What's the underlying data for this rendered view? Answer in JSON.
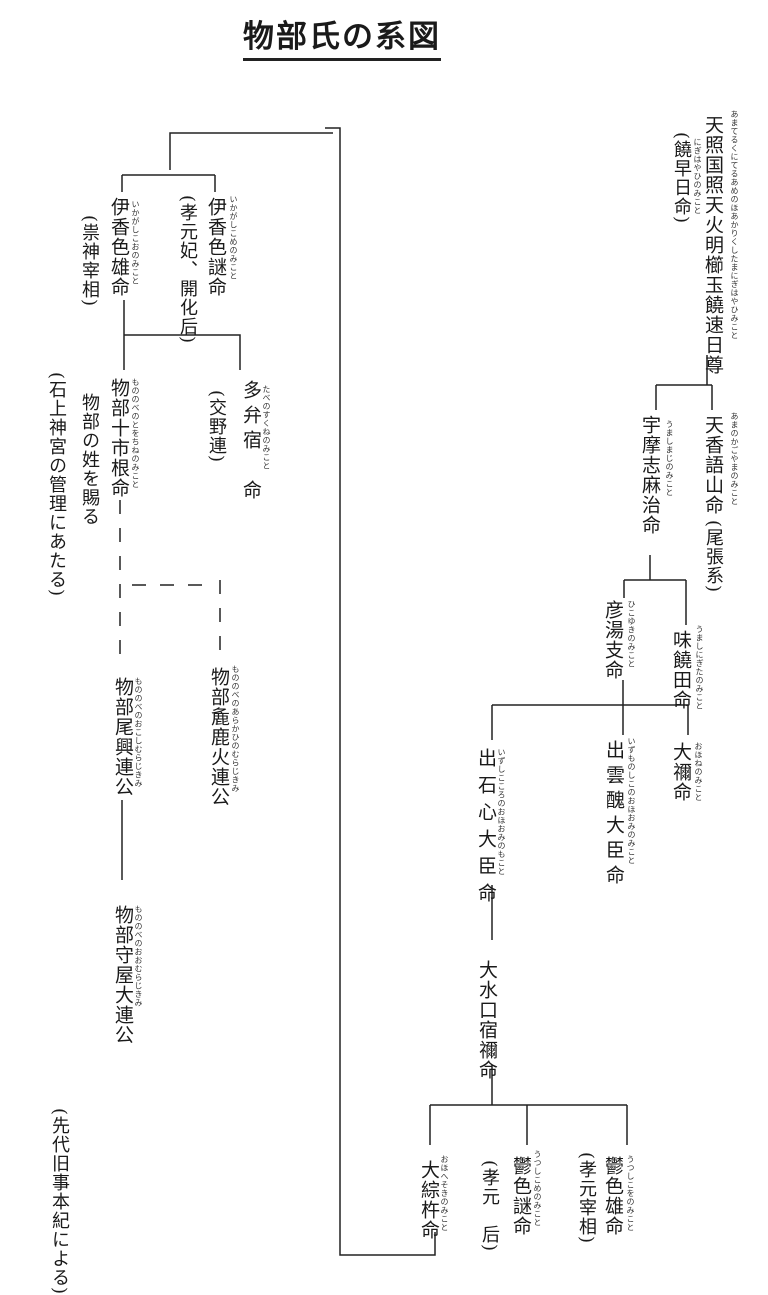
{
  "title": "物部氏の系図",
  "source_note": "(先代旧事本紀による)",
  "nodes": {
    "amateru": {
      "name": "天照国照天火明櫛玉饒速日尊",
      "reading": "あまてるくにてるあめのほあかりくしたまにぎはやひみこと",
      "alias": "(饒早日命)",
      "alias_reading": "にぎはやひのみこと"
    },
    "amanokagoyama": {
      "name": "天香語山命",
      "reading": "あまのかごやまのみこと",
      "note": "(尾張系)"
    },
    "umashimaji": {
      "name": "宇摩志麻治命",
      "reading": "うましまじのみこと"
    },
    "umashinigita": {
      "name": "味饒田命",
      "reading": "うましにぎたのみこと"
    },
    "hikoyuki": {
      "name": "彦湯支命",
      "reading": "ひこゆきのみこと"
    },
    "ohone": {
      "name": "大禰命",
      "reading": "おほねのみこと"
    },
    "izumoshiko": {
      "name": "出雲醜大臣命",
      "reading": "いずものしこのおほおみのみこと"
    },
    "izushikokoro": {
      "name": "出石心大臣命",
      "reading": "いずしこころのおほおみのもこと"
    },
    "ominakuchi": {
      "name": "大水口宿禰命"
    },
    "utsushikoo": {
      "name": "鬱色雄命",
      "reading": "うつしこをのみこと",
      "note": "(孝元宰相)"
    },
    "utsushikome": {
      "name": "鬱色謎命",
      "reading": "うつしこめのみこと",
      "note": "(孝元　后)"
    },
    "ohesoki": {
      "name": "大綜杵命",
      "reading": "おほへそきのみこと"
    },
    "ikagashikome": {
      "name": "伊香色謎命",
      "reading": "いかがしこめのみこと",
      "note": "(孝元妃、開化后)"
    },
    "ikagashikoo": {
      "name": "伊香色雄命",
      "reading": "いかがしこおのみこと",
      "note": "(祟神宰相)"
    },
    "tabenosukune": {
      "name": "多弁宿　命",
      "reading": "たべのすくねのみこと",
      "note": "(交野連)"
    },
    "tochine": {
      "name": "物部十市根命",
      "reading": "もののべのとをちねのみこと",
      "note1": "物部の姓を賜る",
      "note2": "(石上神宮の管理にあたる)"
    },
    "arakahi": {
      "name": "物部麁鹿火連公",
      "reading": "もののべのあらかひのむらじきみ"
    },
    "okoshi": {
      "name": "物部尾興連公",
      "reading": "もののべのおこしむらじきみ"
    },
    "moriya": {
      "name": "物部守屋大連公",
      "reading": "もののべのおおむらじきみ"
    }
  }
}
